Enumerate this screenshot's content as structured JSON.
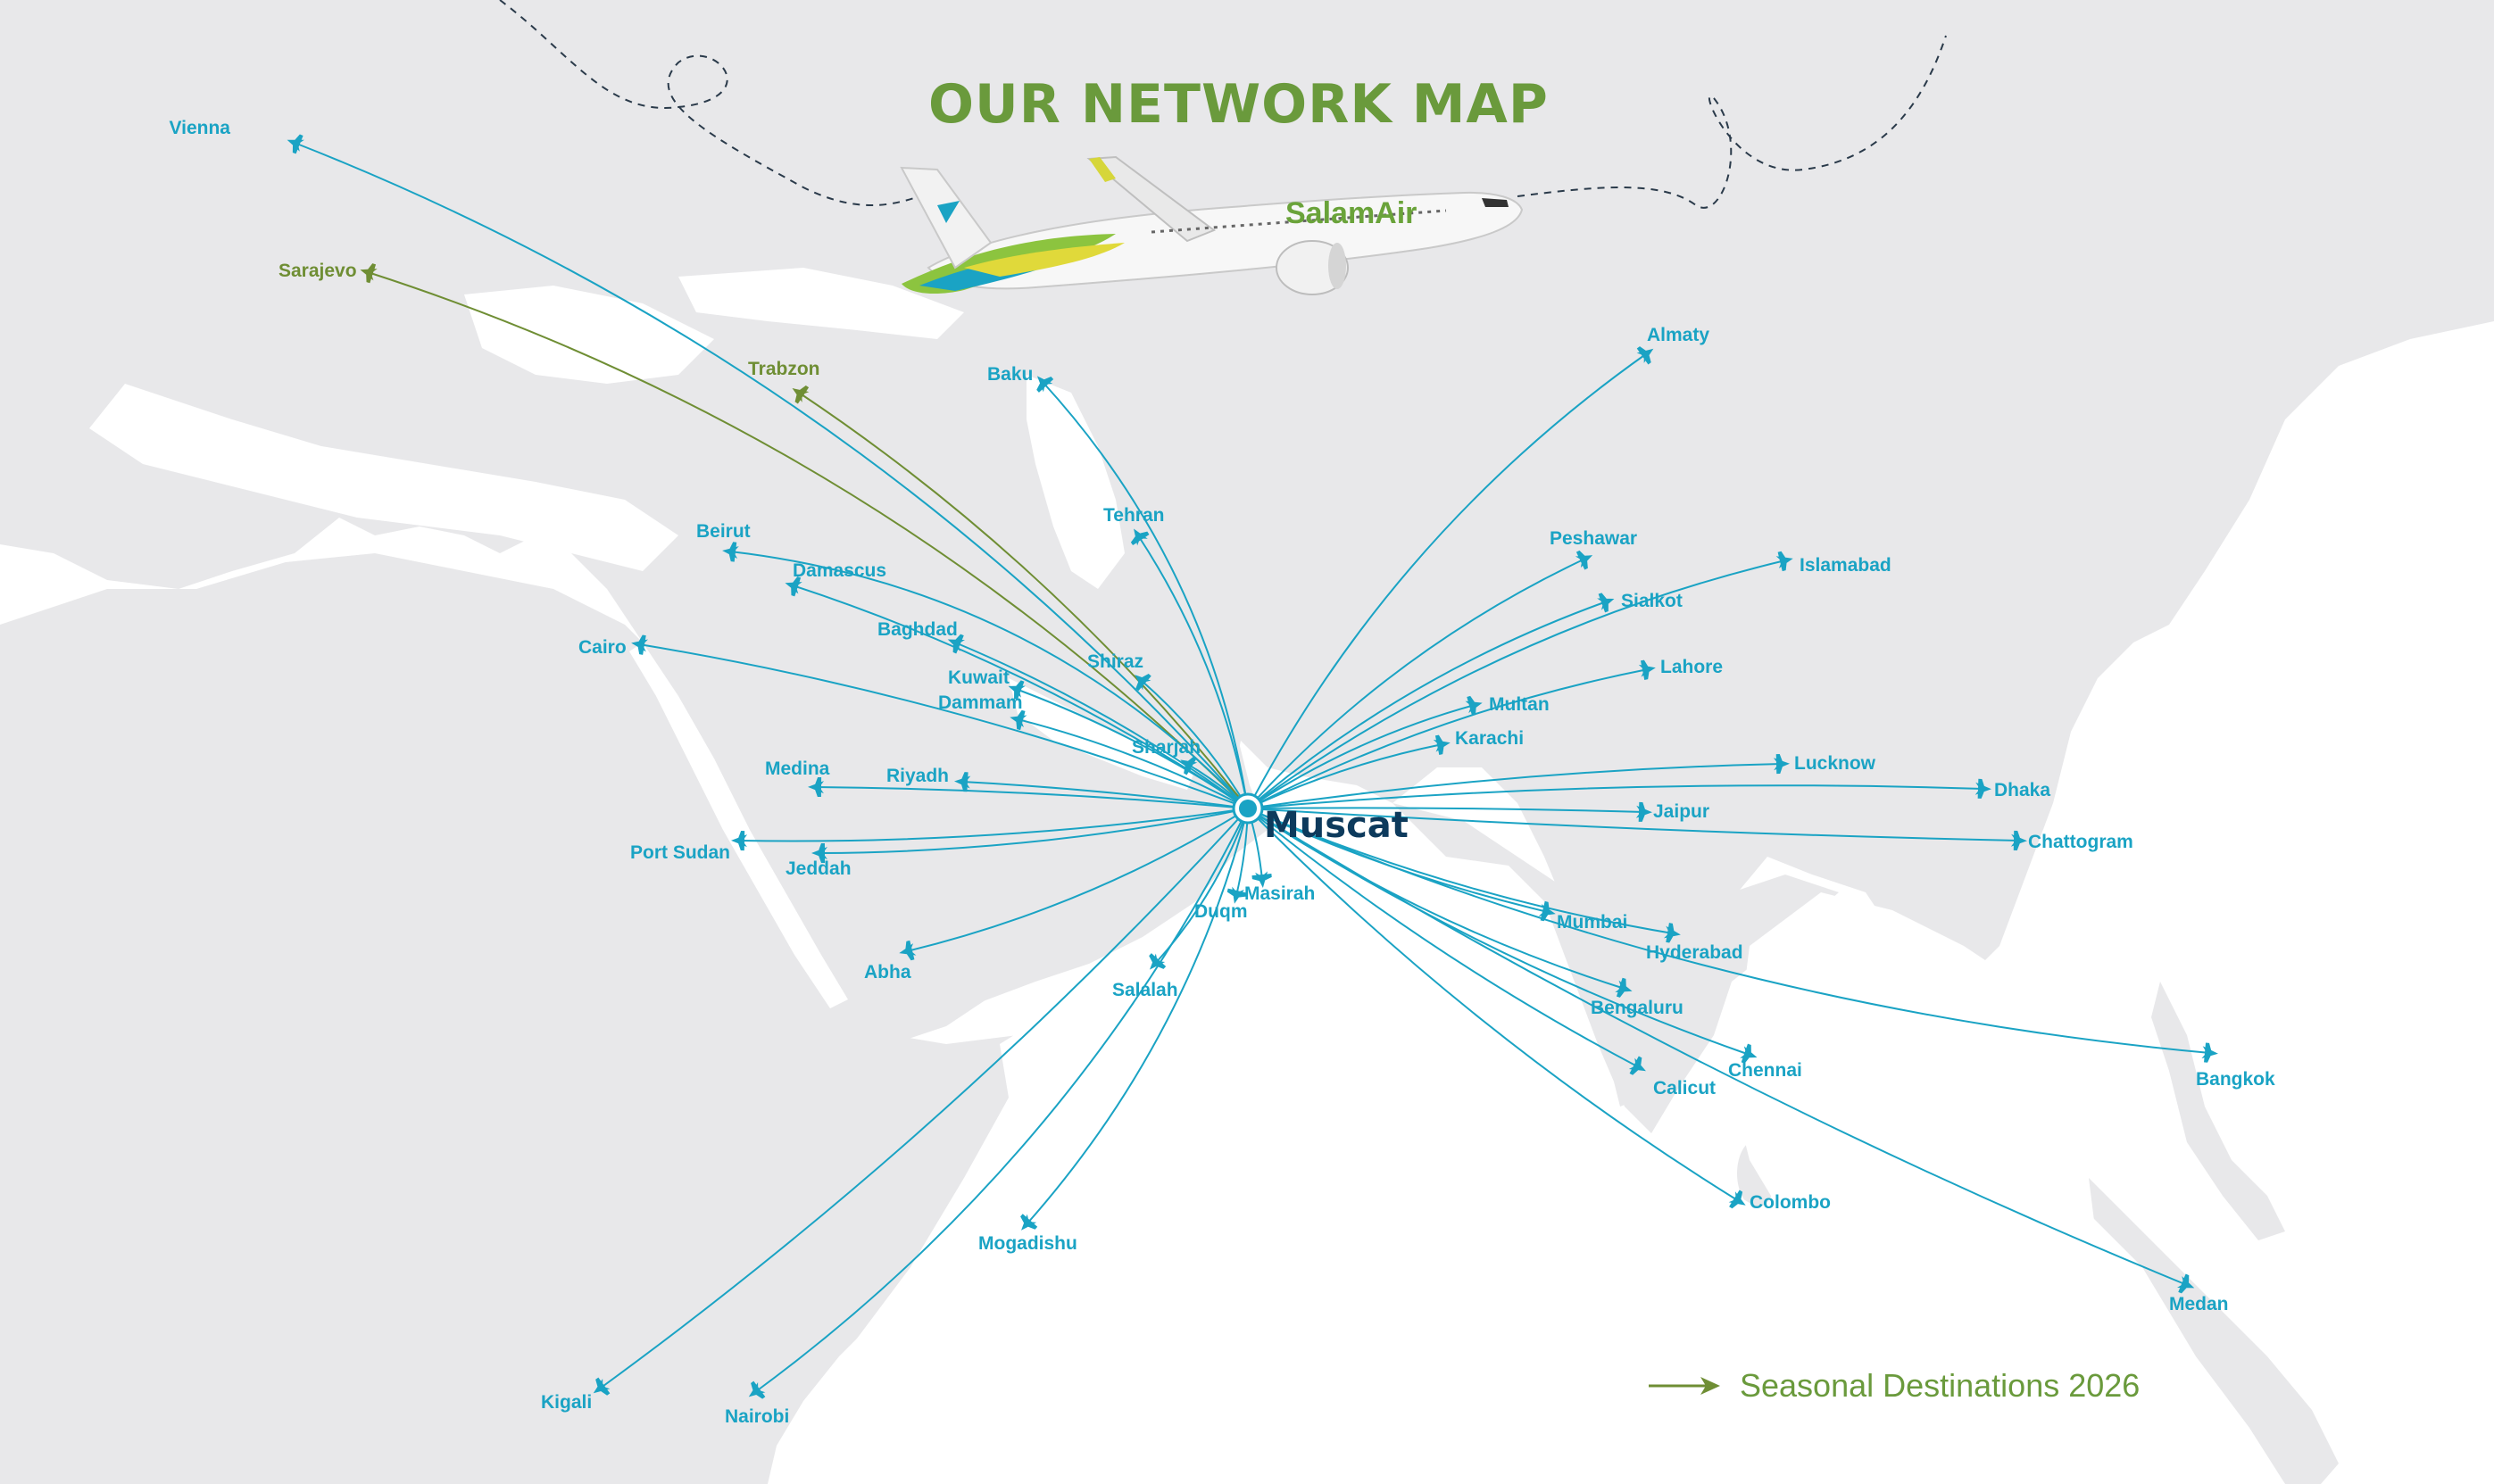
{
  "title": "OUR NETWORK MAP",
  "hub": {
    "name": "Muscat"
  },
  "airline_logo": "SalamAir",
  "colors": {
    "regular": "#1aa3c4",
    "seasonal": "#6f8e34",
    "land": "#e8e8ea",
    "hub_label": "#0d3a5c",
    "title": "#6a9a3c"
  },
  "legend": {
    "label": "Seasonal Destinations 2026"
  },
  "destinations": [
    {
      "name": "Vienna",
      "seasonal": false
    },
    {
      "name": "Sarajevo",
      "seasonal": true
    },
    {
      "name": "Trabzon",
      "seasonal": true
    },
    {
      "name": "Baku",
      "seasonal": false
    },
    {
      "name": "Almaty",
      "seasonal": false
    },
    {
      "name": "Tehran",
      "seasonal": false
    },
    {
      "name": "Beirut",
      "seasonal": false
    },
    {
      "name": "Damascus",
      "seasonal": false
    },
    {
      "name": "Baghdad",
      "seasonal": false
    },
    {
      "name": "Shiraz",
      "seasonal": false
    },
    {
      "name": "Kuwait",
      "seasonal": false
    },
    {
      "name": "Dammam",
      "seasonal": false
    },
    {
      "name": "Cairo",
      "seasonal": false
    },
    {
      "name": "Sharjah",
      "seasonal": false
    },
    {
      "name": "Medina",
      "seasonal": false
    },
    {
      "name": "Riyadh",
      "seasonal": false
    },
    {
      "name": "Port Sudan",
      "seasonal": false
    },
    {
      "name": "Jeddah",
      "seasonal": false
    },
    {
      "name": "Abha",
      "seasonal": false
    },
    {
      "name": "Salalah",
      "seasonal": false
    },
    {
      "name": "Duqm",
      "seasonal": false
    },
    {
      "name": "Masirah",
      "seasonal": false
    },
    {
      "name": "Mogadishu",
      "seasonal": false
    },
    {
      "name": "Kigali",
      "seasonal": false
    },
    {
      "name": "Nairobi",
      "seasonal": false
    },
    {
      "name": "Peshawar",
      "seasonal": false
    },
    {
      "name": "Islamabad",
      "seasonal": false
    },
    {
      "name": "Sialkot",
      "seasonal": false
    },
    {
      "name": "Lahore",
      "seasonal": false
    },
    {
      "name": "Multan",
      "seasonal": false
    },
    {
      "name": "Karachi",
      "seasonal": false
    },
    {
      "name": "Lucknow",
      "seasonal": false
    },
    {
      "name": "Dhaka",
      "seasonal": false
    },
    {
      "name": "Jaipur",
      "seasonal": false
    },
    {
      "name": "Chattogram",
      "seasonal": false
    },
    {
      "name": "Mumbai",
      "seasonal": false
    },
    {
      "name": "Hyderabad",
      "seasonal": false
    },
    {
      "name": "Bengaluru",
      "seasonal": false
    },
    {
      "name": "Calicut",
      "seasonal": false
    },
    {
      "name": "Chennai",
      "seasonal": false
    },
    {
      "name": "Bangkok",
      "seasonal": false
    },
    {
      "name": "Colombo",
      "seasonal": false
    },
    {
      "name": "Medan",
      "seasonal": false
    }
  ]
}
